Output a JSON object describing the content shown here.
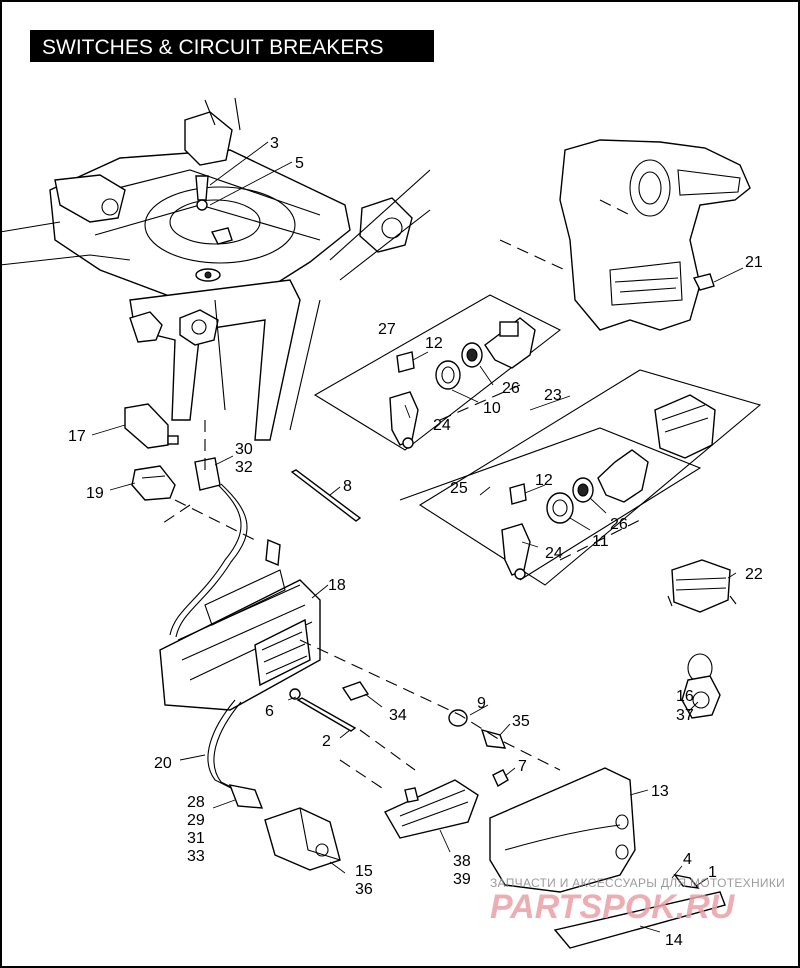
{
  "title": "SWITCHES & CIRCUIT BREAKERS",
  "callouts": {
    "c1": "1",
    "c2": "2",
    "c3": "3",
    "c4": "4",
    "c5": "5",
    "c6": "6",
    "c7": "7",
    "c8": "8",
    "c9": "9",
    "c10": "10",
    "c11": "11",
    "c12a": "12",
    "c12b": "12",
    "c13": "13",
    "c14": "14",
    "c15": "15",
    "c16": "16",
    "c17": "17",
    "c18": "18",
    "c19": "19",
    "c20": "20",
    "c21": "21",
    "c22": "22",
    "c23": "23",
    "c24a": "24",
    "c24b": "24",
    "c25": "25",
    "c26a": "26",
    "c26b": "26",
    "c27": "27",
    "c28": "28",
    "c29": "29",
    "c30": "30",
    "c31": "31",
    "c32": "32",
    "c33": "33",
    "c34": "34",
    "c35": "35",
    "c36": "36",
    "c37": "37",
    "c38": "38",
    "c39": "39"
  },
  "watermark": {
    "text": "ЗАПЧАСТИ И АКСЕССУАРЫ ДЛЯ МОТОТЕХНИКИ",
    "logo": "PARTSPOK.RU"
  },
  "colors": {
    "title_bg": "#000000",
    "title_fg": "#ffffff",
    "watermark_logo": "#e9a0a6"
  }
}
